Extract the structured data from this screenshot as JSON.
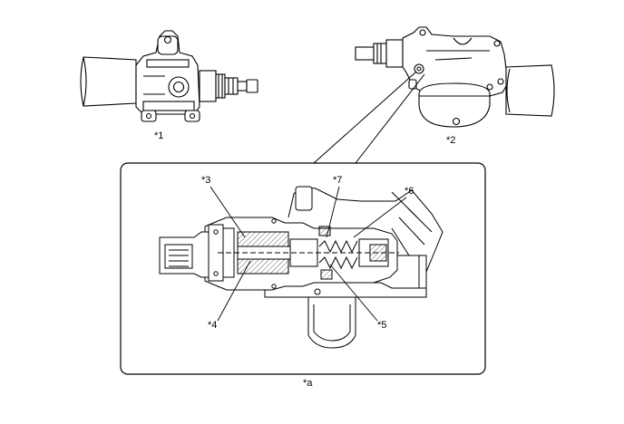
{
  "callouts": {
    "c1": "*1",
    "c2": "*2",
    "c3": "*3",
    "c4": "*4",
    "c5": "*5",
    "c6": "*6",
    "c7": "*7",
    "ca": "*a"
  },
  "colors": {
    "line": "#000000",
    "fill": "#ffffff",
    "shade": "#d9d9d9"
  },
  "icons": {
    "component_1": "valve-assembly-side-view",
    "component_2": "pump-assembly-with-reservoir",
    "detail": "cutaway-section-view"
  }
}
